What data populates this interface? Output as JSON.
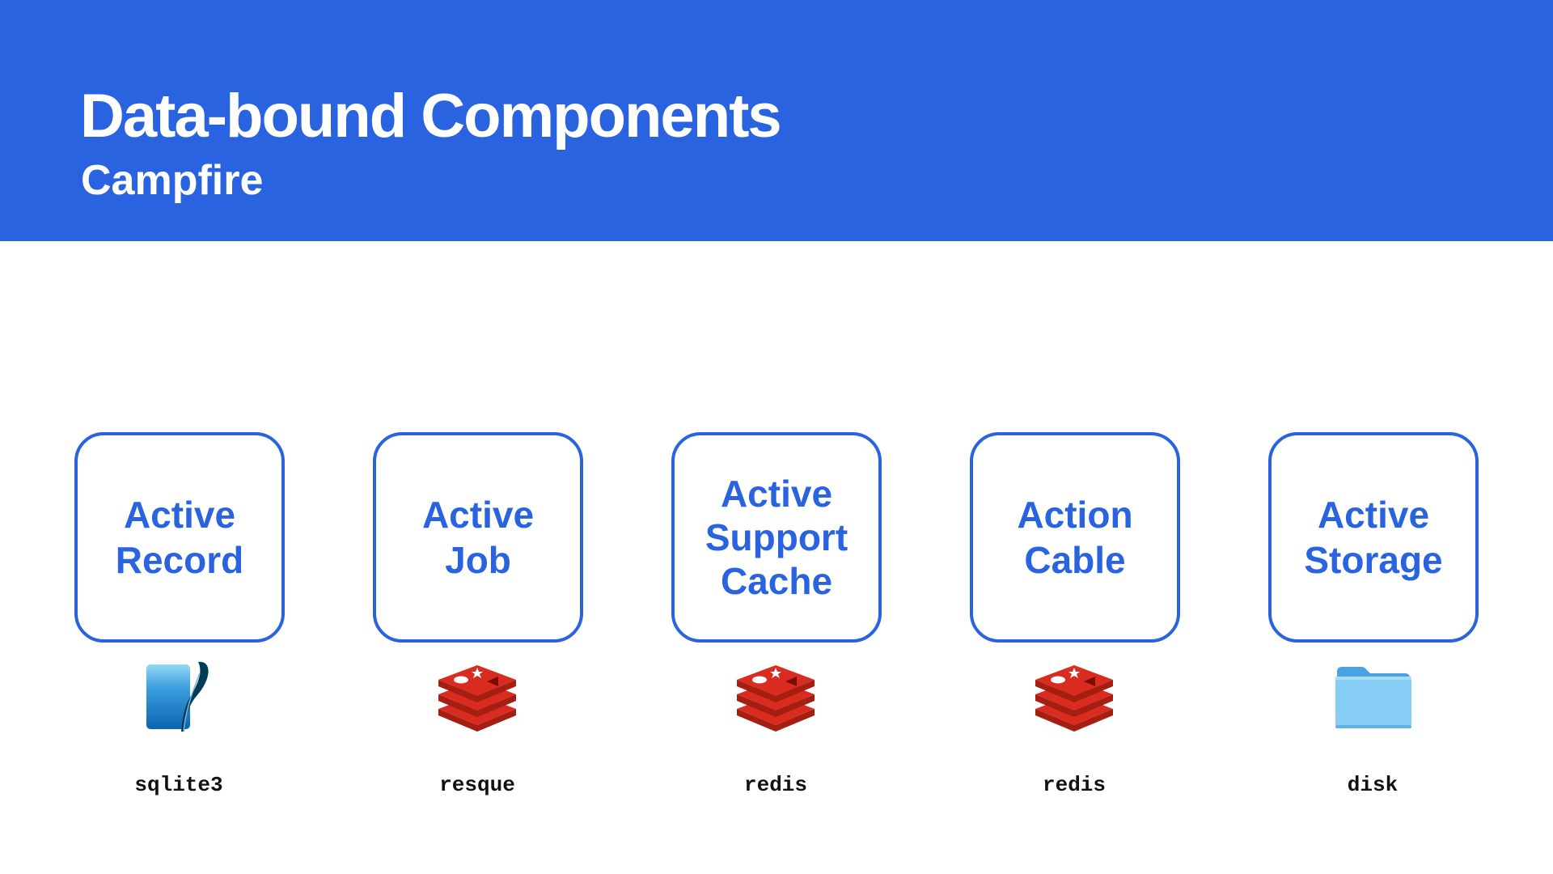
{
  "header": {
    "title": "Data-bound Components",
    "subtitle": "Campfire"
  },
  "components": [
    {
      "label": "Active\nRecord",
      "backend": "sqlite3",
      "icon": "sqlite-feather-icon"
    },
    {
      "label": "Active\nJob",
      "backend": "resque",
      "icon": "redis-icon"
    },
    {
      "label": "Active\nSupport\nCache",
      "backend": "redis",
      "icon": "redis-icon"
    },
    {
      "label": "Action\nCable",
      "backend": "redis",
      "icon": "redis-icon"
    },
    {
      "label": "Active\nStorage",
      "backend": "disk",
      "icon": "folder-icon"
    }
  ],
  "colors": {
    "accent": "#2a63df",
    "header_text": "#ffffff",
    "backend_text": "#111111",
    "redis_red": "#c6302b",
    "sqlite_blue": "#0f80cc",
    "folder_blue": "#6fc0f2"
  }
}
